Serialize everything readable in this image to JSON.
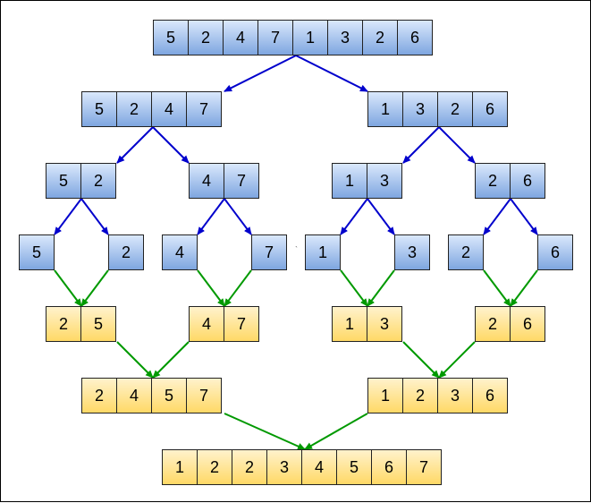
{
  "colors": {
    "split": "#0000cc",
    "merge": "#009900",
    "split_fill": "#7ea6e0",
    "merge_fill": "#ffd966"
  },
  "levels": {
    "top": [
      [
        "5",
        "2",
        "4",
        "7",
        "1",
        "3",
        "2",
        "6"
      ]
    ],
    "half": [
      [
        "5",
        "2",
        "4",
        "7"
      ],
      [
        "1",
        "3",
        "2",
        "6"
      ]
    ],
    "quarter": [
      [
        "5",
        "2"
      ],
      [
        "4",
        "7"
      ],
      [
        "1",
        "3"
      ],
      [
        "2",
        "6"
      ]
    ],
    "single": [
      [
        "5"
      ],
      [
        "2"
      ],
      [
        "4"
      ],
      [
        "7"
      ],
      [
        "1"
      ],
      [
        "3"
      ],
      [
        "2"
      ],
      [
        "6"
      ]
    ],
    "merged_pairs": [
      [
        "2",
        "5"
      ],
      [
        "4",
        "7"
      ],
      [
        "1",
        "3"
      ],
      [
        "2",
        "6"
      ]
    ],
    "merged_halves": [
      [
        "2",
        "4",
        "5",
        "7"
      ],
      [
        "1",
        "2",
        "3",
        "6"
      ]
    ],
    "result": [
      [
        "1",
        "2",
        "2",
        "3",
        "4",
        "5",
        "6",
        "7"
      ]
    ]
  },
  "stray_mark": "`"
}
